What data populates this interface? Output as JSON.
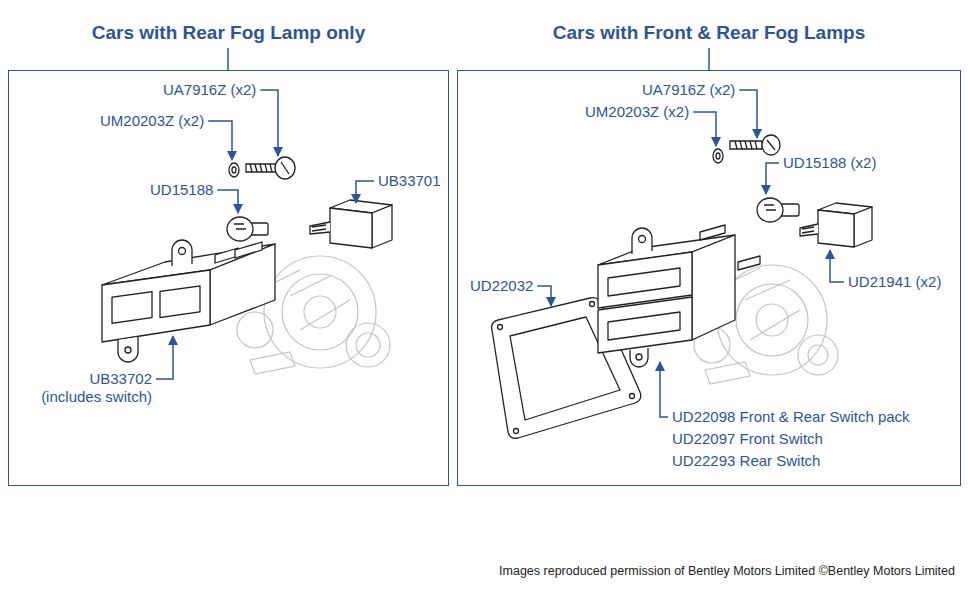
{
  "diagram": {
    "caption": "Images reproduced permission of Bentley Motors Limited ©Bentley Motors Limited",
    "nodes": [
      {
        "text": [
          "Cars with Rear Fog Lamp only"
        ]
      },
      {
        "text": [
          "Cars with Front & Rear Fog Lamps"
        ]
      }
    ],
    "labels": [
      "UA7916Z (x2)",
      "UM20203Z (x2)",
      "UD15188",
      "UB33701",
      "UB33702 (includes switch)",
      "UA7916Z (x2)",
      "UM20203Z (x2)",
      "UD15188 (x2)",
      "UD22032",
      "UD21941 (x2)",
      "UD22098 Front & Rear Switch pack",
      "UD22097 Front Switch",
      "UD22293 Rear Switch"
    ]
  }
}
